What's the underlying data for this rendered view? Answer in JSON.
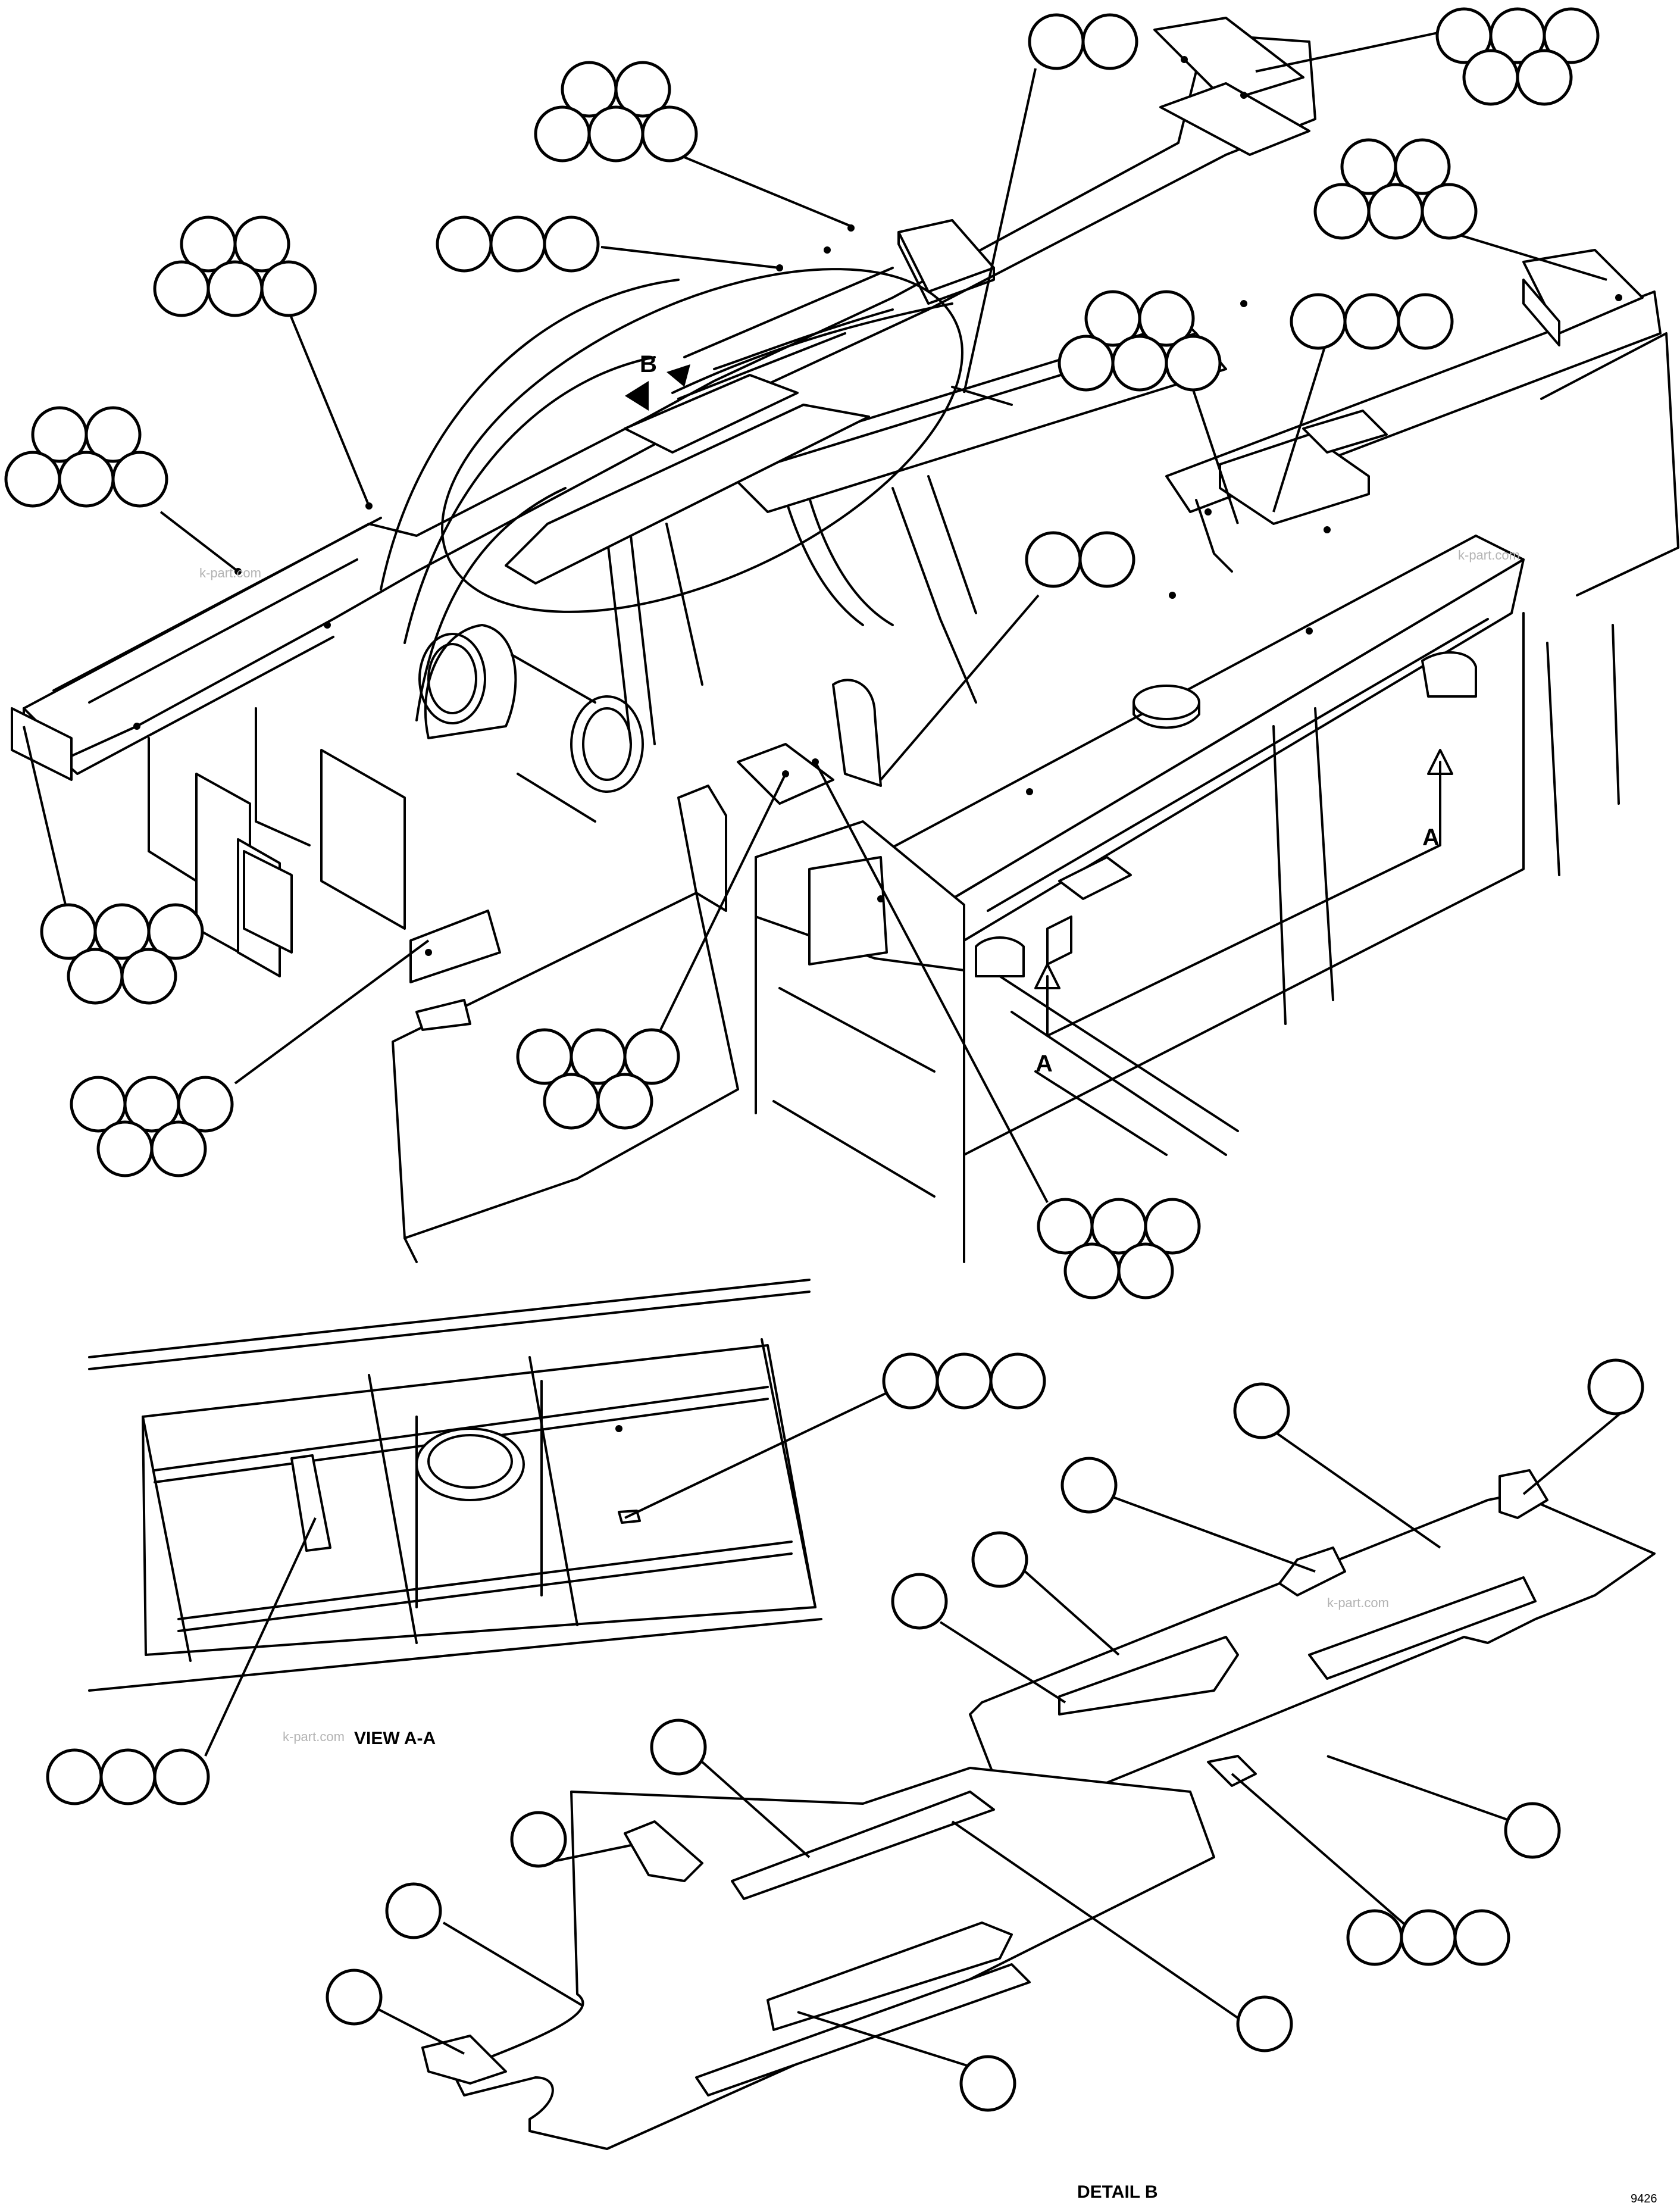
{
  "labels": {
    "section_a_upper": "A",
    "section_a_lower": "A",
    "detail_b_arrow": "B",
    "view_a_a": "VIEW A-A",
    "detail_b": "DETAIL B",
    "sheet_code": "9426"
  },
  "watermarks": [
    "k-part.com",
    "k-part.com",
    "k-part.com",
    "k-part.com"
  ]
}
